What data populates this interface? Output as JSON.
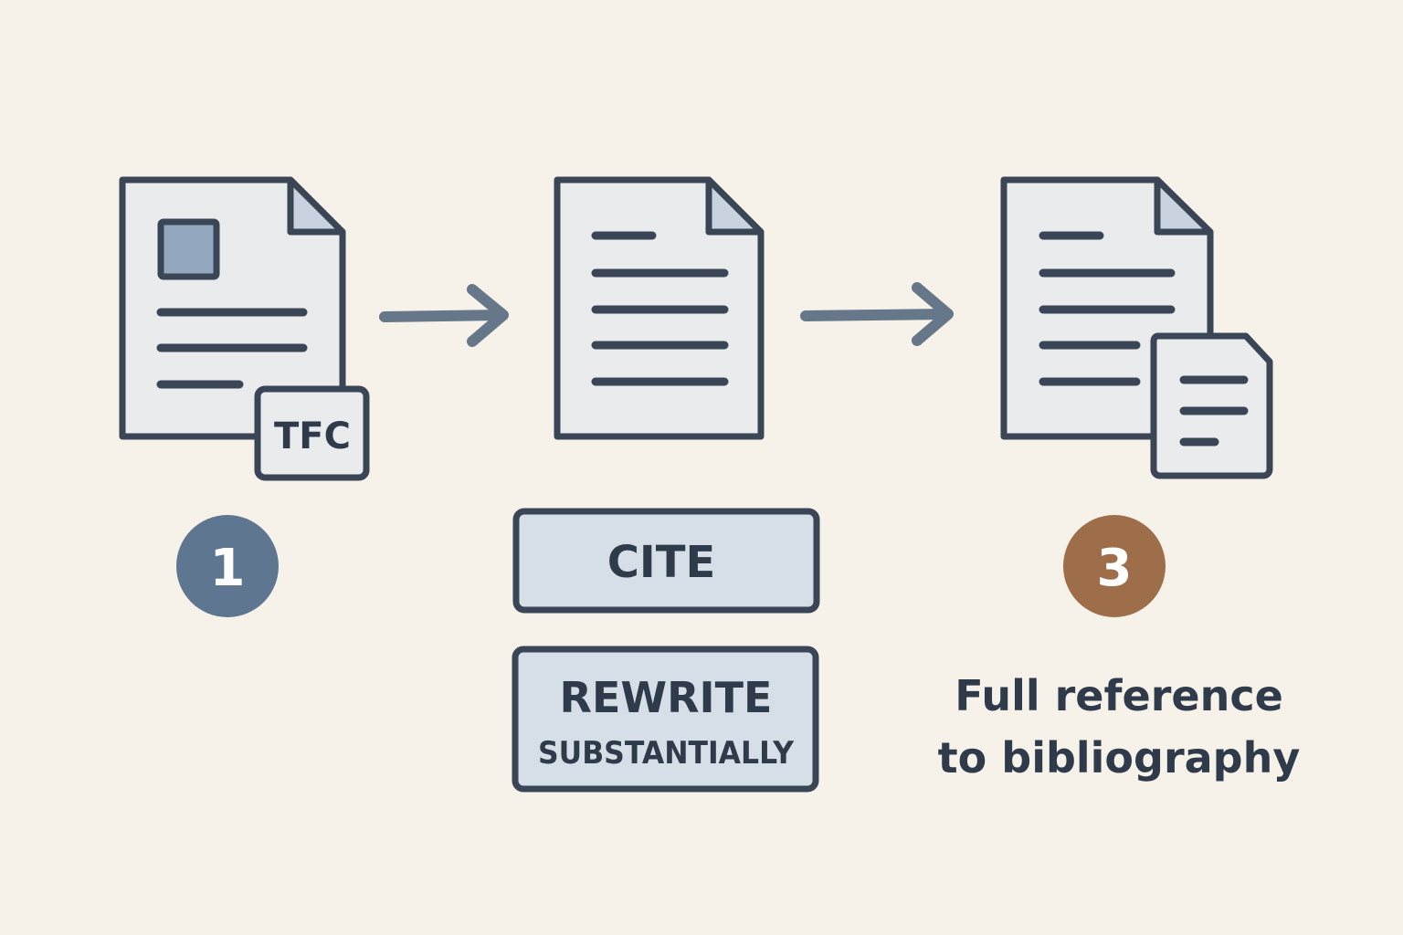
{
  "colors": {
    "background": "#f6f2e9",
    "outline": "#3a4656",
    "paper": "#e9ebed",
    "fold": "#c8d3df",
    "arrow": "#667789",
    "step_1_badge": "#5f7690",
    "step_3_badge": "#9e6e4a",
    "button_fill": "#d6dfe8",
    "text": "#2f3b4a"
  },
  "step_1": {
    "badge_number": "1",
    "tag_label": "TFC"
  },
  "step_2": {
    "cite_label": "CITE",
    "rewrite_label": "REWRITE",
    "rewrite_sublabel": "SUBSTANTIALLY"
  },
  "step_3": {
    "badge_number": "3",
    "caption_line_1": "Full reference",
    "caption_line_2": "to bibliography"
  },
  "icons": {
    "source_document": "document-with-image-icon",
    "rewritten_document": "document-icon",
    "referenced_document": "document-icon",
    "bibliography_document": "small-document-icon",
    "arrow": "arrow-right-icon"
  }
}
